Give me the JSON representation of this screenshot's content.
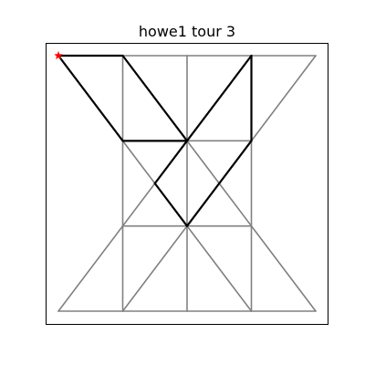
{
  "title": "howe1  tour 3",
  "colors": {
    "frame": "#000000",
    "grid_edge": "#808080",
    "tour_edge": "#000000",
    "start_marker": "#ff0000",
    "background": "#ffffff"
  },
  "graph": {
    "nodes": [
      {
        "id": "A",
        "x": 0,
        "y": 4
      },
      {
        "id": "B",
        "x": 1,
        "y": 4
      },
      {
        "id": "C",
        "x": 2,
        "y": 4
      },
      {
        "id": "D",
        "x": 3,
        "y": 4
      },
      {
        "id": "E",
        "x": 4,
        "y": 4
      },
      {
        "id": "F",
        "x": 1,
        "y": 3
      },
      {
        "id": "G",
        "x": 2,
        "y": 3
      },
      {
        "id": "H",
        "x": 3,
        "y": 3
      },
      {
        "id": "I",
        "x": 1.5,
        "y": 2.5
      },
      {
        "id": "J",
        "x": 2.5,
        "y": 2.5
      },
      {
        "id": "K",
        "x": 1,
        "y": 2
      },
      {
        "id": "L",
        "x": 2,
        "y": 2
      },
      {
        "id": "M",
        "x": 3,
        "y": 2
      },
      {
        "id": "N",
        "x": 0,
        "y": 1
      },
      {
        "id": "O",
        "x": 1,
        "y": 1
      },
      {
        "id": "P",
        "x": 2,
        "y": 1
      },
      {
        "id": "Q",
        "x": 3,
        "y": 1
      },
      {
        "id": "R",
        "x": 4,
        "y": 1
      }
    ],
    "edges": [
      [
        "A",
        "B"
      ],
      [
        "B",
        "C"
      ],
      [
        "C",
        "D"
      ],
      [
        "D",
        "E"
      ],
      [
        "F",
        "G"
      ],
      [
        "G",
        "H"
      ],
      [
        "K",
        "L"
      ],
      [
        "L",
        "M"
      ],
      [
        "N",
        "O"
      ],
      [
        "O",
        "P"
      ],
      [
        "P",
        "Q"
      ],
      [
        "Q",
        "R"
      ],
      [
        "B",
        "F"
      ],
      [
        "F",
        "K"
      ],
      [
        "K",
        "O"
      ],
      [
        "C",
        "G"
      ],
      [
        "G",
        "L"
      ],
      [
        "L",
        "P"
      ],
      [
        "D",
        "H"
      ],
      [
        "H",
        "M"
      ],
      [
        "M",
        "Q"
      ],
      [
        "A",
        "F"
      ],
      [
        "F",
        "I"
      ],
      [
        "I",
        "L"
      ],
      [
        "E",
        "H"
      ],
      [
        "H",
        "J"
      ],
      [
        "J",
        "L"
      ],
      [
        "G",
        "I"
      ],
      [
        "I",
        "K"
      ],
      [
        "K",
        "N"
      ],
      [
        "G",
        "J"
      ],
      [
        "J",
        "M"
      ],
      [
        "M",
        "R"
      ],
      [
        "L",
        "O"
      ],
      [
        "L",
        "Q"
      ]
    ],
    "tour": [
      "A",
      "B",
      "G",
      "D",
      "H",
      "L",
      "I",
      "G",
      "F",
      "A"
    ],
    "start": "A"
  }
}
